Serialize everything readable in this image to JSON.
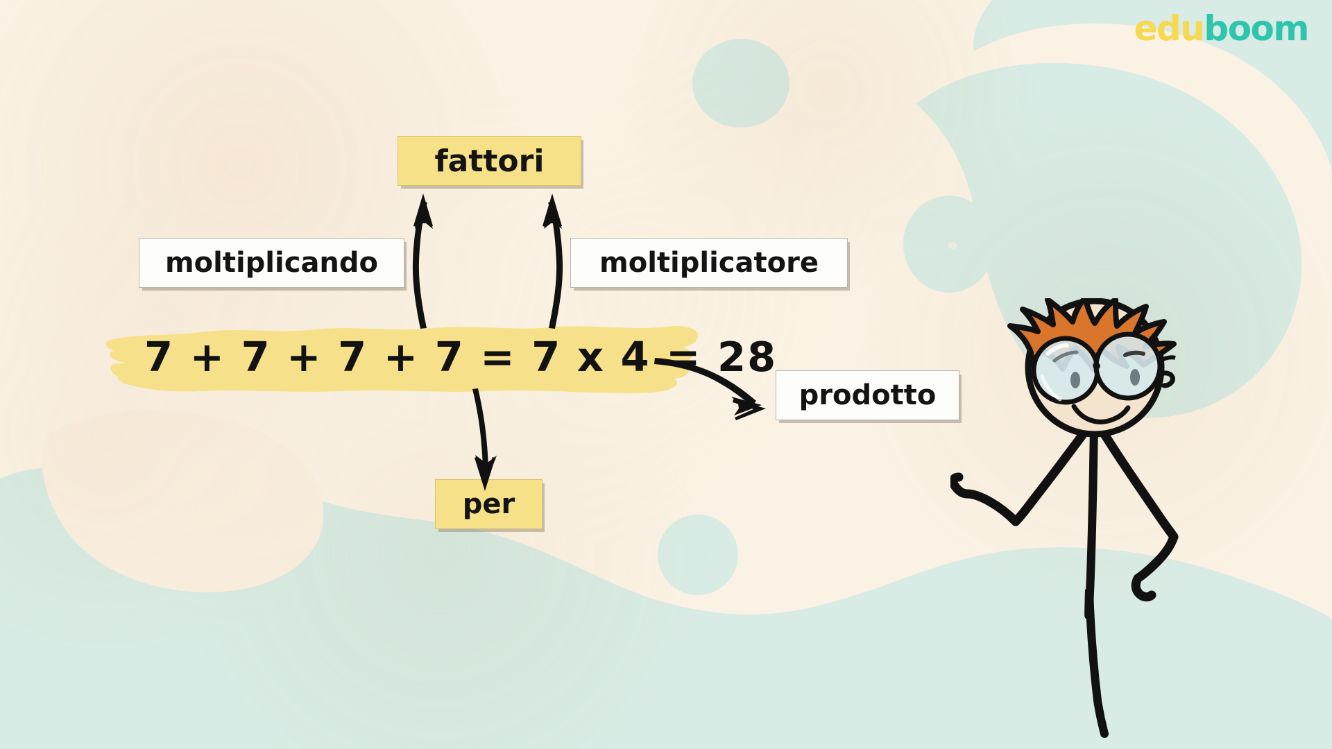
{
  "brand": {
    "logo_part1": "edu",
    "logo_part2": "boom",
    "color_part1": "#f6d94e",
    "color_part2": "#2ec5ad"
  },
  "theme": {
    "background": "#faf2e5",
    "blob_color": "#d8ebe4",
    "highlight_yellow": "#f6e083",
    "box_yellow": "#f6e088",
    "box_white": "#fdfdfb",
    "ink": "#141414",
    "hair_orange": "#d9762c",
    "skin": "#f4e3cd",
    "lens_blue": "#d6e8ec"
  },
  "diagram": {
    "title_box": {
      "label": "fattori",
      "style": "yellow"
    },
    "left_box": {
      "label": "moltiplicando",
      "style": "white"
    },
    "right_box": {
      "label": "moltiplicatore",
      "style": "white"
    },
    "product_box": {
      "label": "prodotto",
      "style": "white"
    },
    "operator_box": {
      "label": "per",
      "style": "yellow"
    },
    "equation": "7 + 7 + 7 + 7 = 7 x 4 = 28",
    "arrows": [
      {
        "name": "arrow-multiplicand-to-factors",
        "direction": "up"
      },
      {
        "name": "arrow-multiplier-to-factors",
        "direction": "up"
      },
      {
        "name": "arrow-equation-to-product",
        "direction": "right-down"
      },
      {
        "name": "arrow-operator-to-per",
        "direction": "down"
      }
    ]
  },
  "character": {
    "name": "stick-figure-boy",
    "hair": "spiky-orange",
    "glasses": "round-glasses",
    "expression": "smiling"
  }
}
